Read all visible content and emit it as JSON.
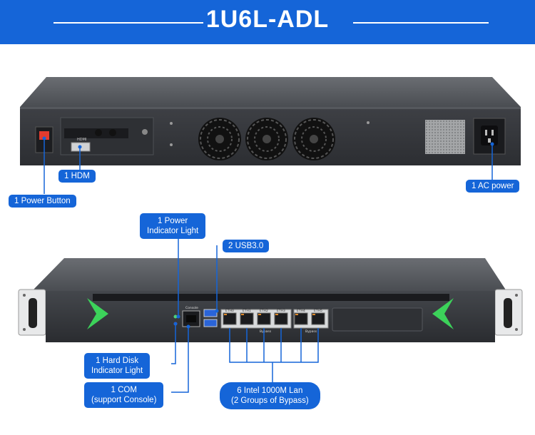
{
  "header": {
    "title": "1U6L-ADL"
  },
  "colors": {
    "brand_blue": "#1565d8",
    "device_body": "#3a3c40",
    "accent_green": "#3cd25a",
    "port_orange": "#e08a2a"
  },
  "labels": {
    "hdmi": "1 HDM",
    "power_button": "1 Power Button",
    "ac_power": "1 AC power",
    "power_indicator": "1 Power\nIndicator Light",
    "usb": "2 USB3.0",
    "hdd_indicator": "1 Hard Disk\nIndicator Light",
    "com": "1 COM\n(support Console)",
    "lan": "6 Intel 1000M Lan\n(2 Groups of Bypass)"
  },
  "panel_marks": {
    "hdmi_text": "HDMI",
    "console": "Console",
    "eth_ports": [
      "ETH0",
      "ETH1",
      "ETH2",
      "ETH3",
      "ETH4",
      "ETH5"
    ],
    "bypass": "Bypass"
  }
}
